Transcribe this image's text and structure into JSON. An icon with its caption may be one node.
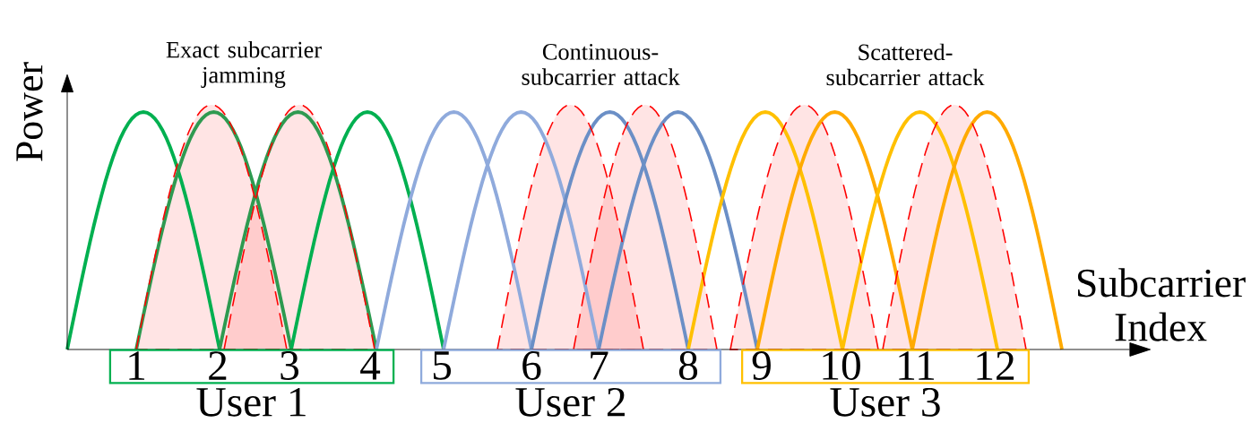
{
  "diagram": {
    "nodes": [
      {
        "text": [
          "User 1"
        ]
      },
      {
        "text": [
          "User 2"
        ]
      },
      {
        "text": [
          "User 3"
        ]
      }
    ],
    "labels": [
      "Exact subcarrier jamming",
      "Continuous-subcarrier attack",
      "Scattered-subcarrier attack",
      "Power",
      "Subcarrier Index",
      "1",
      "2",
      "3",
      "4",
      "5",
      "6",
      "7",
      "8",
      "9",
      "10",
      "11",
      "12"
    ]
  }
}
